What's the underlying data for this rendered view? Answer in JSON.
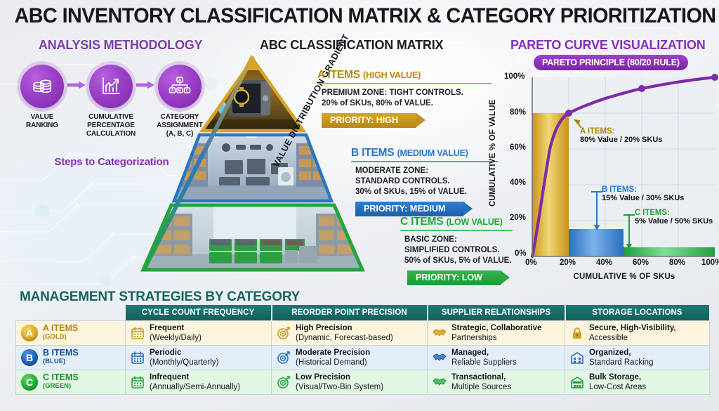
{
  "title": "ABC INVENTORY CLASSIFICATION MATRIX & CATEGORY PRIORITIZATION",
  "sections": {
    "methodology": "ANALYSIS METHODOLOGY",
    "matrix": "ABC CLASSIFICATION MATRIX",
    "pareto": "PARETO CURVE VISUALIZATION",
    "management": "MANAGEMENT STRATEGIES BY CATEGORY"
  },
  "methodology": {
    "caption": "Steps to Categorization",
    "steps": [
      {
        "label": "VALUE\nRANKING",
        "line1": "VALUE",
        "line2": "RANKING",
        "line3": "",
        "icon": "coins-stack-icon"
      },
      {
        "label": "CUMULATIVE PERCENTAGE CALCULATION",
        "line1": "CUMULATIVE",
        "line2": "PERCENTAGE",
        "line3": "CALCULATION",
        "icon": "bar-chart-growth-icon"
      },
      {
        "label": "CATEGORY ASSIGNMENT (A, B, C)",
        "line1": "CATEGORY",
        "line2": "ASSIGNMENT",
        "line3": "(A, B, C)",
        "icon": "hierarchy-abc-icon"
      }
    ]
  },
  "pyramid": {
    "gradient_label": "VALUE DISTRIBUTION GRADIENT",
    "tiers": [
      {
        "name": "A ITEMS",
        "value_tag": "(HIGH VALUE)",
        "desc_line1": "PREMIUM ZONE: TIGHT CONTROLS.",
        "desc_line2": "20% of SKUs, 80% of VALUE.",
        "priority": "PRIORITY: HIGH",
        "color": "#b8860b"
      },
      {
        "name": "B ITEMS",
        "value_tag": "(MEDIUM VALUE)",
        "desc_line1": "MODERATE ZONE:",
        "desc_line2": "STANDARD CONTROLS.",
        "desc_line3": "30% of SKUs, 15% of VALUE.",
        "priority": "PRIORITY: MEDIUM",
        "color": "#2a74c4"
      },
      {
        "name": "C ITEMS",
        "value_tag": "(LOW VALUE)",
        "desc_line1": "BASIC ZONE:",
        "desc_line2": "SIMPLIFIED CONTROLS.",
        "desc_line3": "50% of SKUs, 5% of VALUE.",
        "priority": "PRIORITY: LOW",
        "color": "#22a63a"
      }
    ]
  },
  "chart_data": {
    "type": "bar",
    "title": "PARETO PRINCIPLE (80/20 RULE)",
    "xlabel": "CUMULATIVE % OF SKUs",
    "ylabel": "CUMULATIVE % OF VALUE",
    "xlim": [
      0,
      100
    ],
    "ylim": [
      0,
      100
    ],
    "xticks": [
      "0%",
      "20%",
      "40%",
      "60%",
      "80%",
      "100%"
    ],
    "yticks": [
      "0%",
      "20%",
      "40%",
      "60%",
      "80%",
      "100%"
    ],
    "grid": true,
    "legend": "none",
    "bars": [
      {
        "name": "A ITEMS",
        "x_start": 0,
        "x_end": 20,
        "value": 80,
        "color": "#e0b32b"
      },
      {
        "name": "B ITEMS",
        "x_start": 20,
        "x_end": 50,
        "value": 15,
        "color": "#3b82d6"
      },
      {
        "name": "C ITEMS",
        "x_start": 50,
        "x_end": 100,
        "value": 5,
        "color": "#2fbf4a"
      }
    ],
    "series": [
      {
        "name": "Cumulative % of Value",
        "color": "#7d2ba8",
        "x": [
          0,
          5,
          10,
          15,
          20,
          30,
          40,
          50,
          65,
          80,
          100
        ],
        "y": [
          0,
          32,
          55,
          70,
          80,
          86,
          90.5,
          94.5,
          96.5,
          98.2,
          100
        ],
        "markers_x": [
          20,
          50,
          100
        ],
        "markers_y": [
          80,
          94.5,
          100
        ]
      }
    ],
    "annotations": [
      {
        "head": "A ITEMS:",
        "body": "80% Value / 20% SKUs",
        "color": "#a8860f"
      },
      {
        "head": "B ITEMS:",
        "body": "15% Value / 30% SKUs",
        "color": "#2d77c9"
      },
      {
        "head": "C ITEMS:",
        "body": "5% Value / 50% SKUs",
        "color": "#22a03a"
      }
    ]
  },
  "management_table": {
    "columns": [
      "",
      "CYCLE COUNT FREQUENCY",
      "REORDER POINT PRECISION",
      "SUPPLIER RELATIONSHIPS",
      "STORAGE LOCATIONS"
    ],
    "rows": [
      {
        "badge": "A",
        "category": "A ITEMS",
        "category_sub": "(GOLD)",
        "cycle_count": {
          "main": "Frequent",
          "sub": "(Weekly/Daily)",
          "icon": "calendar-icon"
        },
        "reorder": {
          "main": "High Precision",
          "sub": "(Dynamic, Forecast-based)",
          "icon": "target-icon"
        },
        "supplier": {
          "main": "Strategic, Collaborative",
          "sub": "Partnerships",
          "icon": "handshake-icon"
        },
        "storage": {
          "main": "Secure, High-Visibility,",
          "sub": "Accessible",
          "icon": "lock-icon"
        }
      },
      {
        "badge": "B",
        "category": "B ITEMS",
        "category_sub": "(BLUE)",
        "cycle_count": {
          "main": "Periodic",
          "sub": "(Monthly/Quarterly)",
          "icon": "calendar-icon"
        },
        "reorder": {
          "main": "Moderate Precision",
          "sub": "(Historical Demand)",
          "icon": "target-icon"
        },
        "supplier": {
          "main": "Managed,",
          "sub": "Reliable Suppliers",
          "icon": "handshake-icon"
        },
        "storage": {
          "main": "Organized,",
          "sub": "Standard Racking",
          "icon": "warehouse-icon"
        }
      },
      {
        "badge": "C",
        "category": "C ITEMS",
        "category_sub": "(GREEN)",
        "cycle_count": {
          "main": "Infrequent",
          "sub": "(Annually/Semi-Annually)",
          "icon": "calendar-icon"
        },
        "reorder": {
          "main": "Low Precision",
          "sub": "(Visual/Two-Bin System)",
          "icon": "target-icon"
        },
        "supplier": {
          "main": "Transactional,",
          "sub": "Multiple Sources",
          "icon": "handshake-icon"
        },
        "storage": {
          "main": "Bulk Storage,",
          "sub": "Low-Cost Areas",
          "icon": "warehouse-bulk-icon"
        }
      }
    ]
  },
  "colors": {
    "gold": "#d7a217",
    "blue": "#1458a8",
    "green": "#16a32d",
    "purple": "#7d2ba8",
    "teal_header": "#145f5c"
  }
}
